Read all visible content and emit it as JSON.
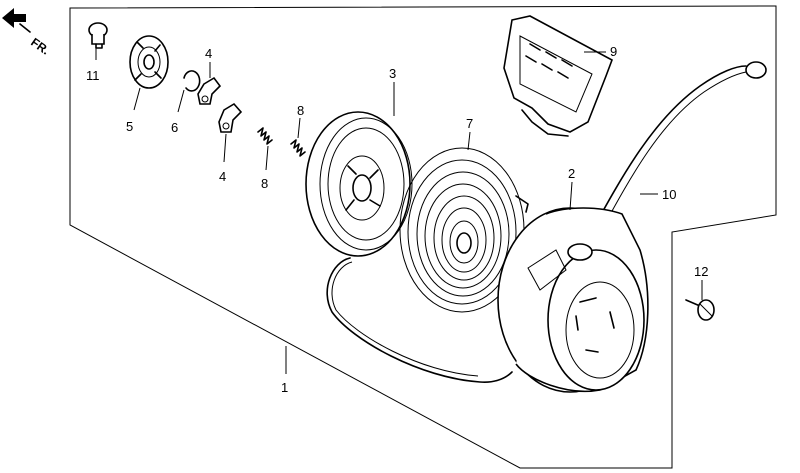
{
  "direction_label": "FR.",
  "callouts": {
    "c1": "1",
    "c2": "2",
    "c3": "3",
    "c4a": "4",
    "c4b": "4",
    "c5": "5",
    "c6": "6",
    "c7": "7",
    "c8a": "8",
    "c8b": "8",
    "c9": "9",
    "c10": "10",
    "c11": "11",
    "c12": "12"
  }
}
